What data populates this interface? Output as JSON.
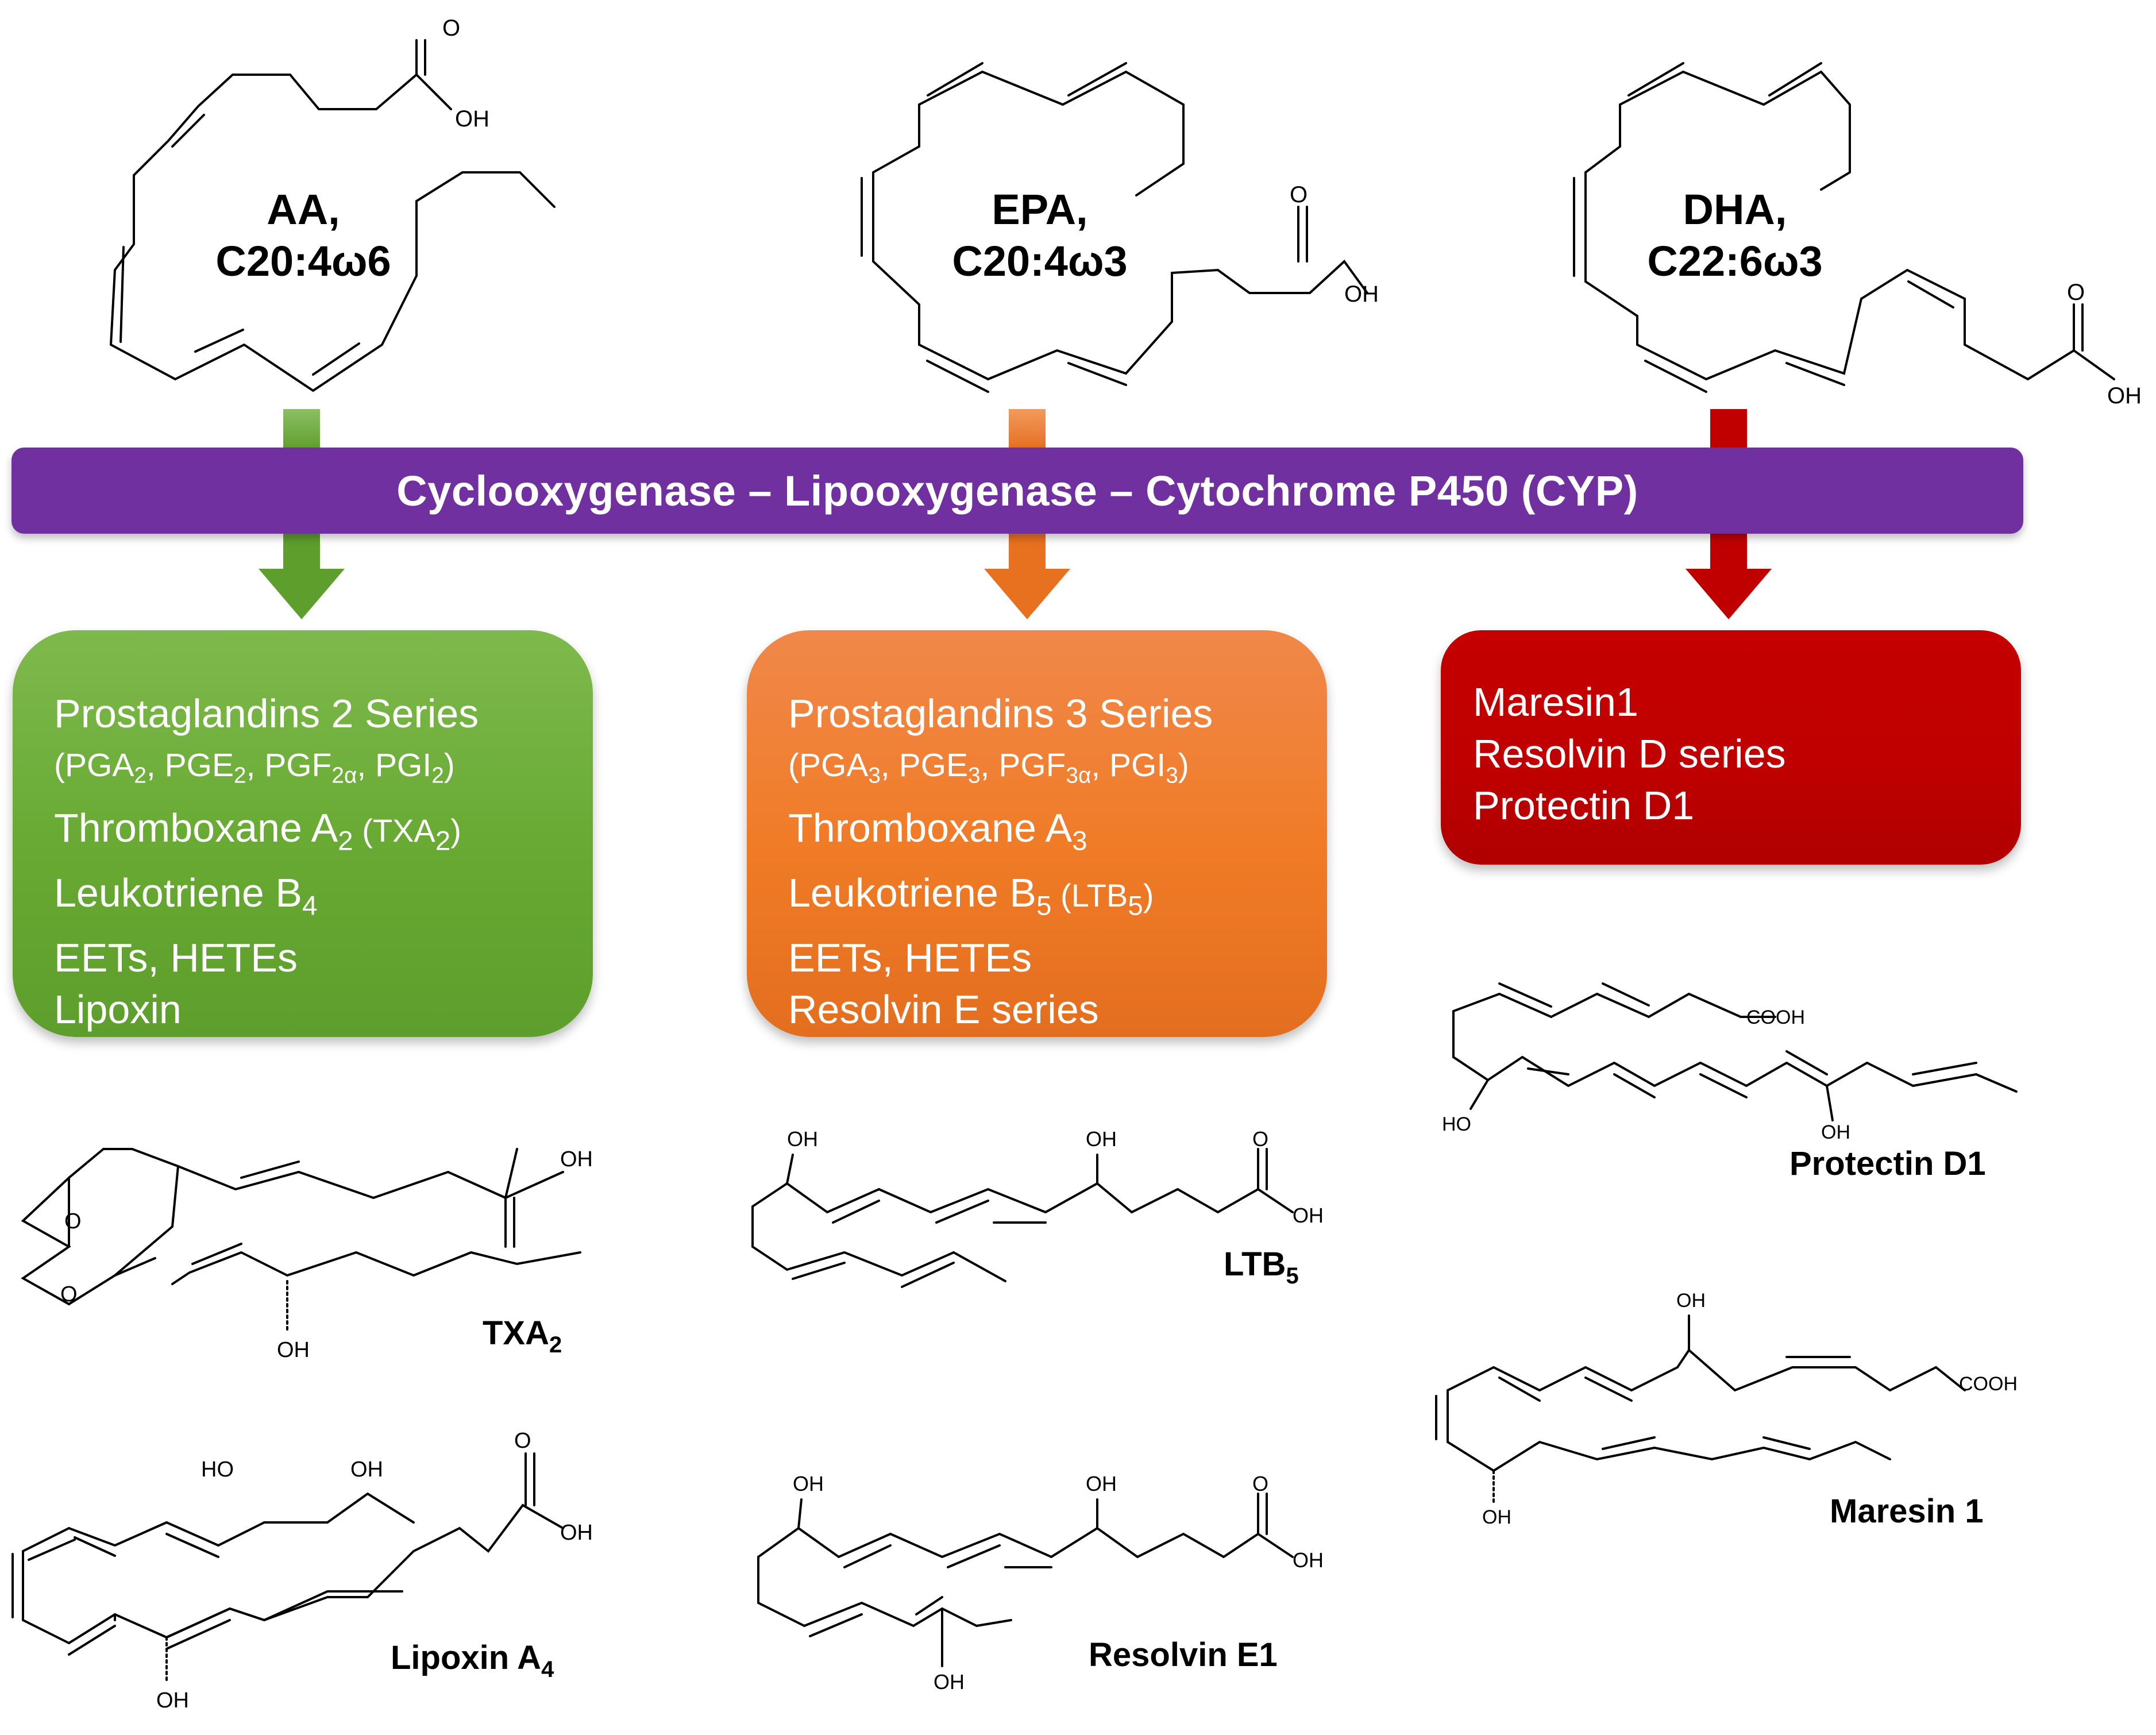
{
  "fatty_acids": [
    {
      "name": "AA,",
      "formula": "C20:4ω6",
      "oxygen": "O",
      "hydroxyl": "OH"
    },
    {
      "name": "EPA,",
      "formula": "C20:4ω3",
      "oxygen": "O",
      "hydroxyl": "OH"
    },
    {
      "name": "DHA,",
      "formula": "C22:6ω3",
      "oxygen": "O",
      "hydroxyl": "OH"
    }
  ],
  "enzyme_band": "Cyclooxygenase – Lipooxygenase – Cytochrome P450 (CYP)",
  "colors": {
    "aa_green": "#67a932",
    "epa_orange": "#f07b26",
    "dha_red": "#c00000",
    "band_purple": "#7030a0"
  },
  "aa_box": {
    "l1": "Prostaglandins 2 Series",
    "l2_a": "(PGA",
    "l2_a_sub": "2",
    "l2_b": ", PGE",
    "l2_b_sub": "2",
    "l2_c": ", PGF",
    "l2_c_sub": "2α",
    "l2_d": ", PGI",
    "l2_d_sub": "2",
    "l2_e": ")",
    "l3_a": "Thromboxane A",
    "l3_a_sub": "2",
    "l3_b": " (TXA",
    "l3_b_sub": "2",
    "l3_c": ")",
    "l4_a": "Leukotriene B",
    "l4_a_sub": "4",
    "l5": "EETs, HETEs",
    "l6": "Lipoxin"
  },
  "epa_box": {
    "l1": "Prostaglandins 3 Series",
    "l2_a": "(PGA",
    "l2_a_sub": "3",
    "l2_b": ", PGE",
    "l2_b_sub": "3",
    "l2_c": ", PGF",
    "l2_c_sub": "3α",
    "l2_d": ", PGI",
    "l2_d_sub": "3",
    "l2_e": ")",
    "l3_a": "Thromboxane A",
    "l3_a_sub": "3",
    "l4_a": "Leukotriene B",
    "l4_a_sub": "5",
    "l4_b": " (LTB",
    "l4_b_sub": "5",
    "l4_c": ")",
    "l5": "EETs, HETEs",
    "l6": "Resolvin E series"
  },
  "dha_box": {
    "l1": "Maresin1",
    "l2": "Resolvin D series",
    "l3": "Protectin D1"
  },
  "products": {
    "txa2": {
      "name": "TXA",
      "sub": "2",
      "hydroxyl": "OH",
      "oxygen": "O"
    },
    "lipoxin": {
      "name": "Lipoxin A",
      "sub": "4",
      "hydroxyl": "OH",
      "ho": "HO",
      "oxygen": "O"
    },
    "ltb5": {
      "name": "LTB",
      "sub": "5",
      "hydroxyl": "OH",
      "oxygen": "O"
    },
    "resolvin": {
      "name": "Resolvin E1",
      "hydroxyl": "OH",
      "oxygen": "O"
    },
    "protectin": {
      "name": "Protectin D1",
      "acid": "COOH",
      "hydroxyl": "OH",
      "ho": "HO"
    },
    "maresin": {
      "name": "Maresin 1",
      "acid": "COOH",
      "hydroxyl": "OH"
    }
  }
}
